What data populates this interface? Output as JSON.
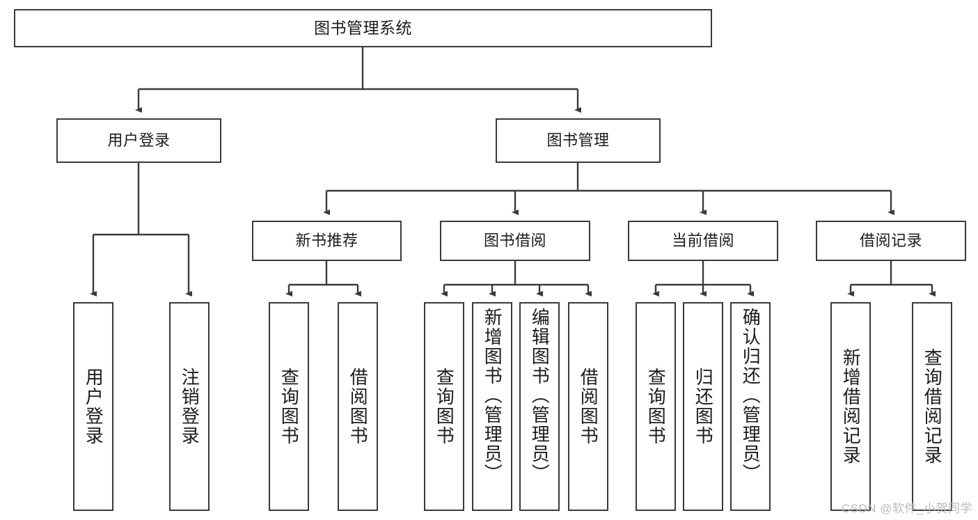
{
  "diagram": {
    "title": "图书管理系统",
    "watermark": "CSDN @软件_小贺同学",
    "stroke_color": "#3a3a3a",
    "text_color": "#1b1b1b",
    "background": "#ffffff"
  },
  "levels": {
    "root": {
      "label": "图书管理系统"
    },
    "level2": [
      {
        "label": "用户登录"
      },
      {
        "label": "图书管理"
      }
    ],
    "level3": [
      {
        "label": "新书推荐"
      },
      {
        "label": "图书借阅"
      },
      {
        "label": "当前借阅"
      },
      {
        "label": "借阅记录"
      }
    ],
    "leaves": {
      "user_login": [
        {
          "label": "用户登录"
        },
        {
          "label": "注销登录"
        }
      ],
      "new_book_recommend": [
        {
          "label": "查询图书"
        },
        {
          "label": "借阅图书"
        }
      ],
      "book_borrow": [
        {
          "label": "查询图书"
        },
        {
          "label": "新增图书（管理员）"
        },
        {
          "label": "编辑图书（管理员）"
        },
        {
          "label": "借阅图书"
        }
      ],
      "current_borrow": [
        {
          "label": "查询图书"
        },
        {
          "label": "归还图书"
        },
        {
          "label": "确认归还（管理员）"
        }
      ],
      "borrow_record": [
        {
          "label": "新增借阅记录"
        },
        {
          "label": "查询借阅记录"
        }
      ]
    }
  }
}
